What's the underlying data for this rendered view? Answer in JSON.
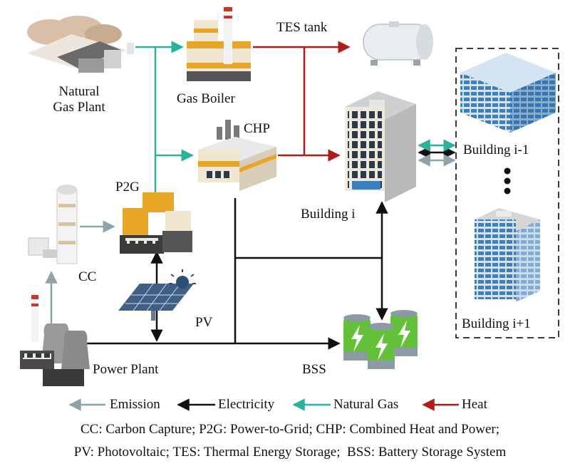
{
  "nodes": {
    "natural_gas_plant": "Natural\nGas Plant",
    "gas_boiler": "Gas Boiler",
    "tes_tank": "TES tank",
    "chp": "CHP",
    "building_i": "Building i",
    "building_i_minus_1": "Building i-1",
    "building_i_plus_1": "Building i+1",
    "p2g": "P2G",
    "cc": "CC",
    "pv": "PV",
    "power_plant": "Power Plant",
    "bss": "BSS"
  },
  "legend": {
    "emission": "Emission",
    "electricity": "Electricity",
    "natural_gas": "Natural Gas",
    "heat": "Heat"
  },
  "colors": {
    "emission": "#8fa3a8",
    "electricity": "#111111",
    "natural_gas": "#2ab39a",
    "heat": "#b01c1c",
    "accent_orange": "#e8a628",
    "building_blue": "#3a7fc1"
  },
  "abbreviations": {
    "line1": "CC: Carbon Capture; P2G: Power-to-Grid; CHP: Combined Heat and Power;",
    "line2": "PV: Photovoltaic; TES: Thermal Energy Storage;  BSS: Battery Storage System"
  }
}
